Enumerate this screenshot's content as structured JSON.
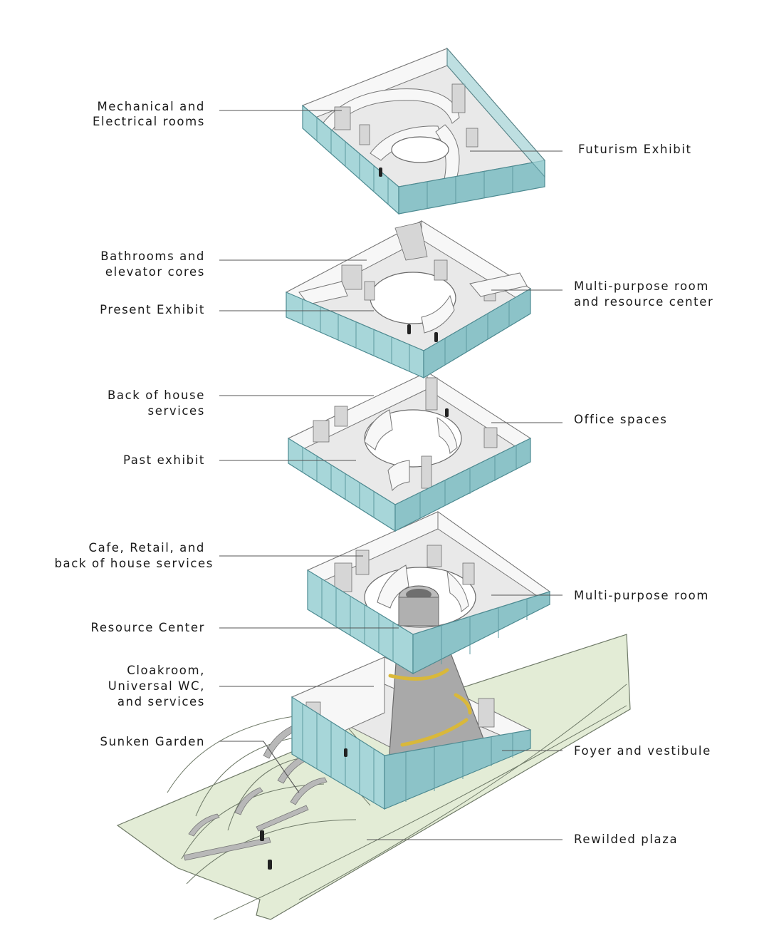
{
  "diagram": {
    "labels_left": [
      {
        "id": "mechanical",
        "lines": [
          "Mechanical and",
          "Electrical rooms"
        ]
      },
      {
        "id": "bathrooms",
        "lines": [
          "Bathrooms and",
          "elevator cores"
        ]
      },
      {
        "id": "present",
        "lines": [
          "Present Exhibit"
        ]
      },
      {
        "id": "backofhouse",
        "lines": [
          "Back of house",
          "services"
        ]
      },
      {
        "id": "past",
        "lines": [
          "Past exhibit"
        ]
      },
      {
        "id": "cafe",
        "lines": [
          "Cafe, Retail, and",
          "back of house services"
        ]
      },
      {
        "id": "resource",
        "lines": [
          "Resource Center"
        ]
      },
      {
        "id": "cloakroom",
        "lines": [
          "Cloakroom,",
          "Universal WC,",
          "and services"
        ]
      },
      {
        "id": "sunken",
        "lines": [
          "Sunken Garden"
        ]
      }
    ],
    "labels_right": [
      {
        "id": "futurism",
        "lines": [
          "Futurism Exhibit"
        ]
      },
      {
        "id": "multipurpose_resource",
        "lines": [
          "Multi-purpose room",
          "and resource center"
        ]
      },
      {
        "id": "office",
        "lines": [
          "Office spaces"
        ]
      },
      {
        "id": "multipurpose",
        "lines": [
          "Multi-purpose room"
        ]
      },
      {
        "id": "foyer",
        "lines": [
          "Foyer and vestibule"
        ]
      },
      {
        "id": "plaza",
        "lines": [
          "Rewilded plaza"
        ]
      }
    ],
    "colors": {
      "glass": "#a7d6d9",
      "plaza": "#e3ecd6",
      "ramp": "#d9b83a",
      "cone": "#a9a9a9"
    }
  }
}
